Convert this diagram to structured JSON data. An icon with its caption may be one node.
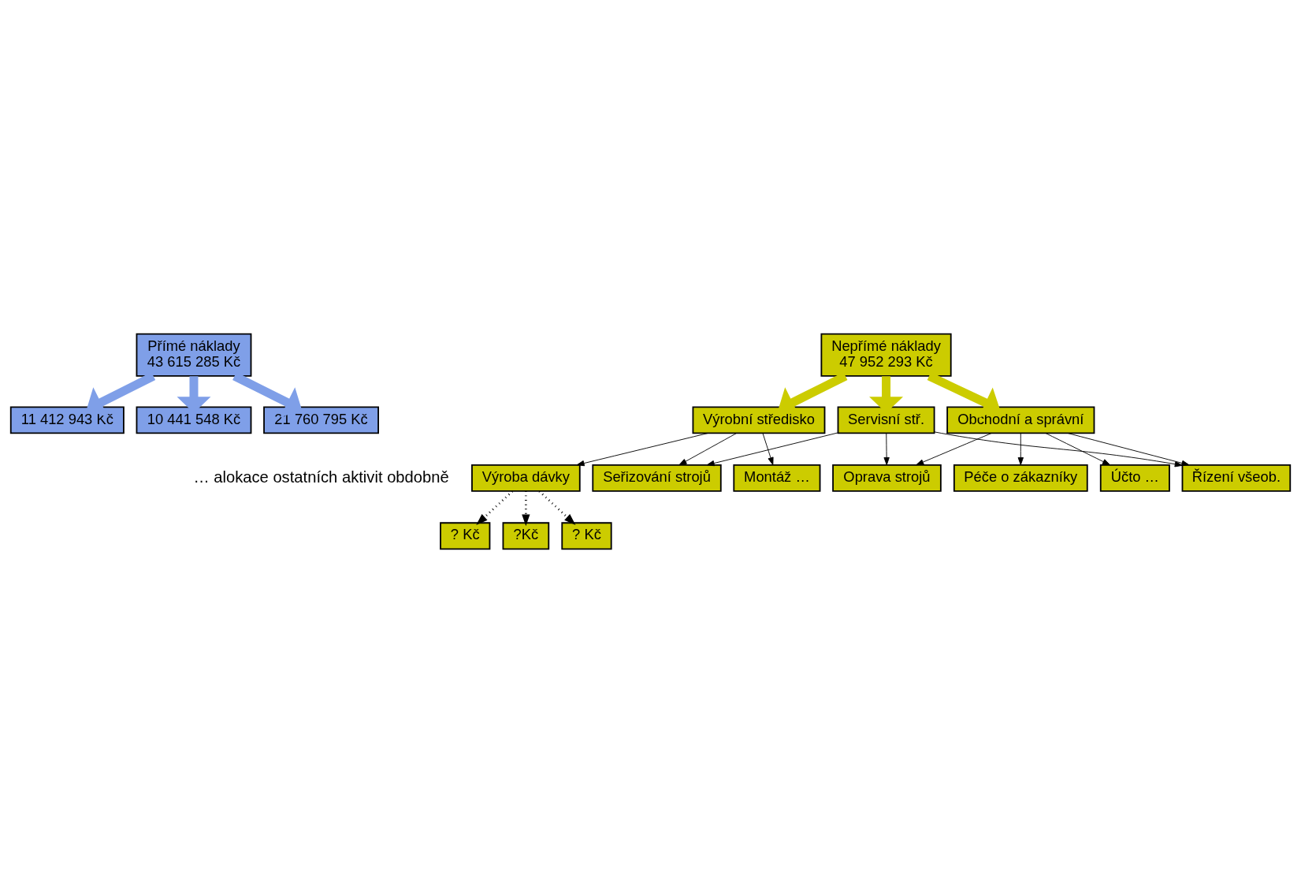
{
  "diagram": {
    "nodes": [
      {
        "text": [
          "Přímé náklady",
          "43 615 285 Kč"
        ]
      },
      {
        "text": [
          "Nepřímé náklady",
          "47 952 293 Kč"
        ]
      },
      {
        "text": [
          "Výrobní středisko"
        ]
      },
      {
        "text": [
          "Servisní stř."
        ]
      },
      {
        "text": [
          "Obchodní a správní"
        ]
      },
      {
        "text": [
          "Výroba dávky"
        ]
      },
      {
        "text": [
          "Seřizování strojů"
        ]
      },
      {
        "text": [
          "Montáž …"
        ]
      },
      {
        "text": [
          "Oprava strojů"
        ]
      },
      {
        "text": [
          "Péče o zákazníky"
        ]
      },
      {
        "text": [
          "Účto …"
        ]
      },
      {
        "text": [
          "Řízení všeob."
        ]
      },
      {
        "text": [
          "11 412 943 Kč"
        ]
      },
      {
        "text": [
          "10 441 548 Kč"
        ]
      },
      {
        "text": [
          "21 760 795 Kč"
        ]
      },
      {
        "text": [
          "? Kč"
        ]
      },
      {
        "text": [
          "?Kč"
        ]
      },
      {
        "text": [
          "? Kč"
        ]
      }
    ],
    "edges": [
      {
        "from": 0,
        "to": 12,
        "arrow": "to",
        "style": "thick",
        "color": "#7f9fe8"
      },
      {
        "from": 0,
        "to": 13,
        "arrow": "to",
        "style": "thick",
        "color": "#7f9fe8"
      },
      {
        "from": 0,
        "to": 14,
        "arrow": "to",
        "style": "thick",
        "color": "#7f9fe8"
      },
      {
        "from": 1,
        "to": 2,
        "arrow": "to",
        "style": "thick",
        "color": "#cccc00"
      },
      {
        "from": 1,
        "to": 3,
        "arrow": "to",
        "style": "thick",
        "color": "#cccc00"
      },
      {
        "from": 1,
        "to": 4,
        "arrow": "to",
        "style": "thick",
        "color": "#cccc00"
      },
      {
        "from": 2,
        "to": 5,
        "arrow": "to"
      },
      {
        "from": 2,
        "to": 6,
        "arrow": "to"
      },
      {
        "from": 2,
        "to": 7,
        "arrow": "to"
      },
      {
        "from": 3,
        "to": 6,
        "arrow": "to"
      },
      {
        "from": 3,
        "to": 8,
        "arrow": "to"
      },
      {
        "from": 3,
        "to": 11,
        "arrow": "to"
      },
      {
        "from": 4,
        "to": 8,
        "arrow": "to"
      },
      {
        "from": 4,
        "to": 9,
        "arrow": "to"
      },
      {
        "from": 4,
        "to": 10,
        "arrow": "to"
      },
      {
        "from": 4,
        "to": 11,
        "arrow": "to"
      },
      {
        "from": 5,
        "to": 15,
        "arrow": "to",
        "style": "dashed"
      },
      {
        "from": 5,
        "to": 16,
        "arrow": "to",
        "style": "dashed"
      },
      {
        "from": 5,
        "to": 17,
        "arrow": "to",
        "style": "dashed"
      }
    ],
    "labels": [
      "… alokace ostatních aktivit obdobně"
    ]
  }
}
